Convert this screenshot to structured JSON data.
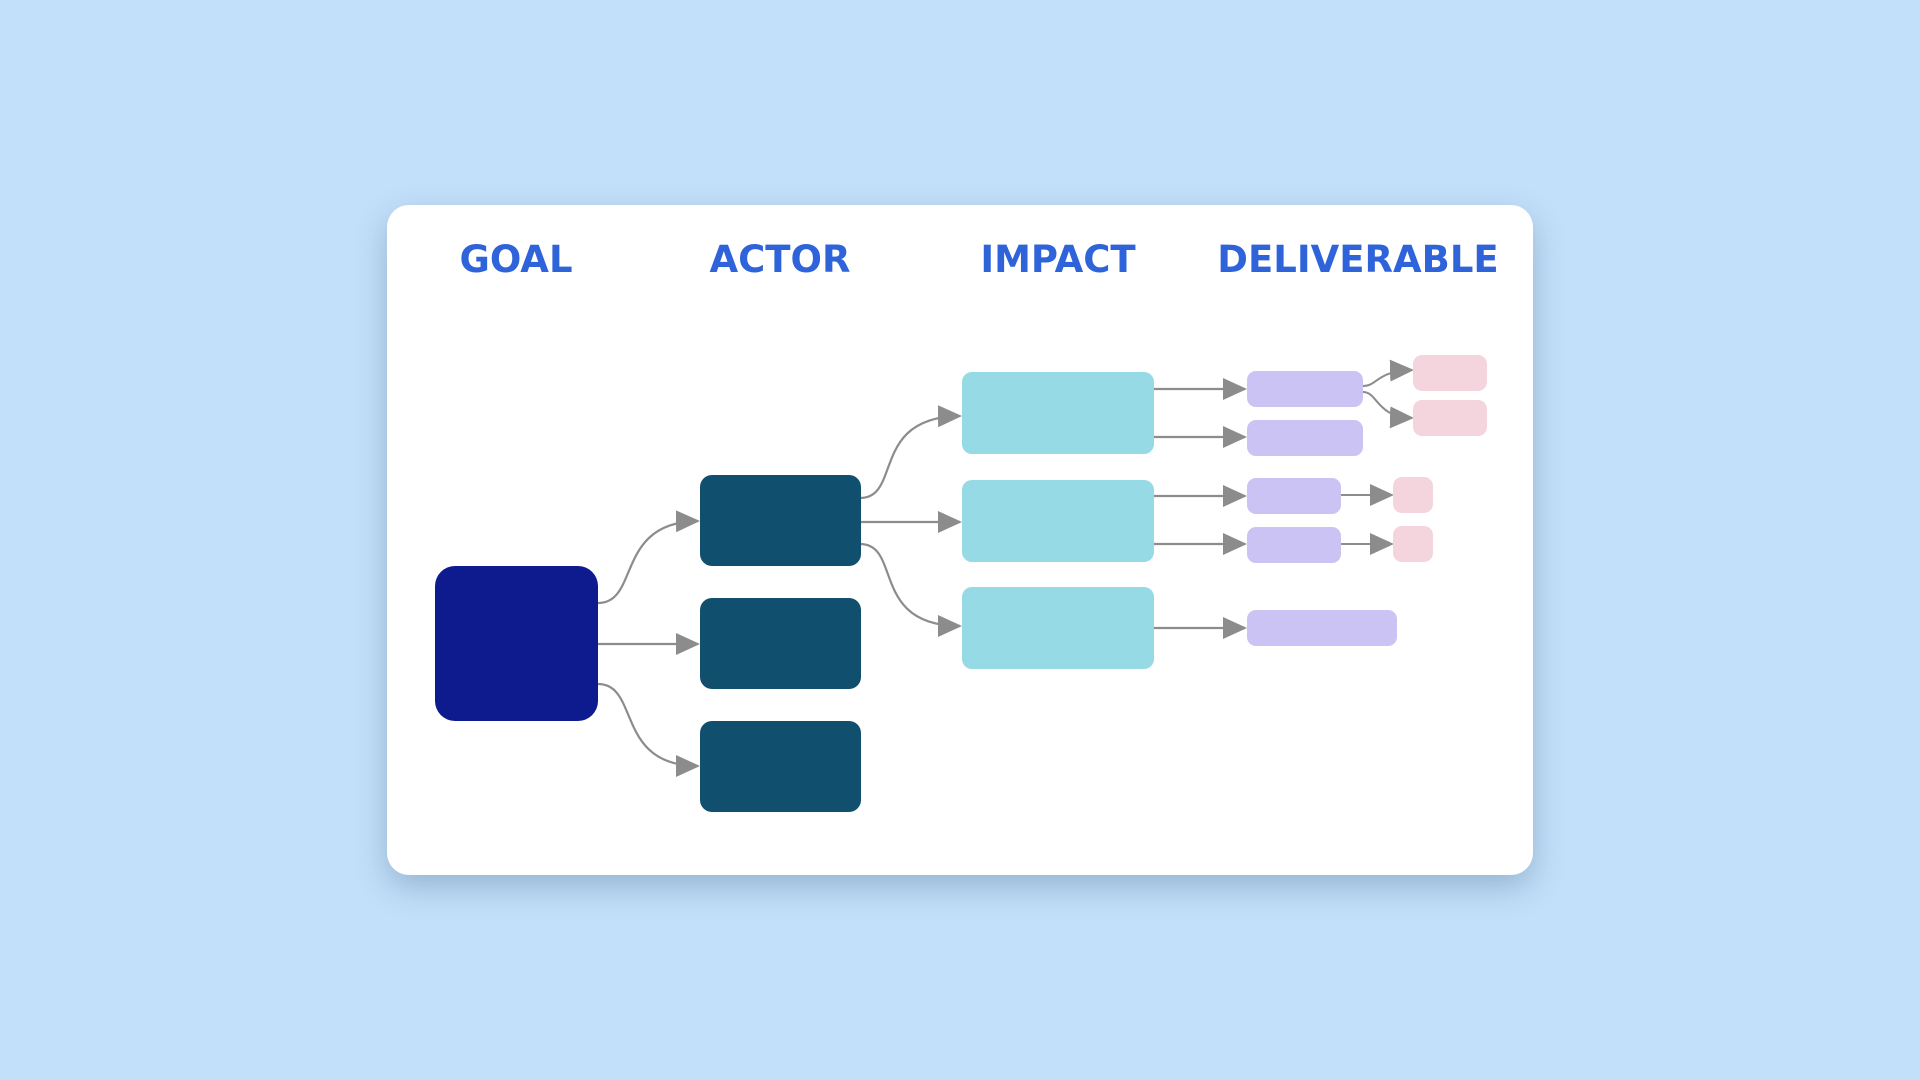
{
  "headers": {
    "goal": "GOAL",
    "actor": "ACTOR",
    "impact": "IMPACT",
    "deliverable": "DELIVERABLE"
  },
  "colors": {
    "background": "#c2e0fa",
    "card": "#ffffff",
    "header_text": "#2f63da",
    "goal": "#0d1b8f",
    "actor": "#114f6e",
    "impact": "#95dae4",
    "deliverable": "#cbc3f3",
    "subdeliverable": "#f4d5de",
    "connector": "#8c8c8c"
  }
}
